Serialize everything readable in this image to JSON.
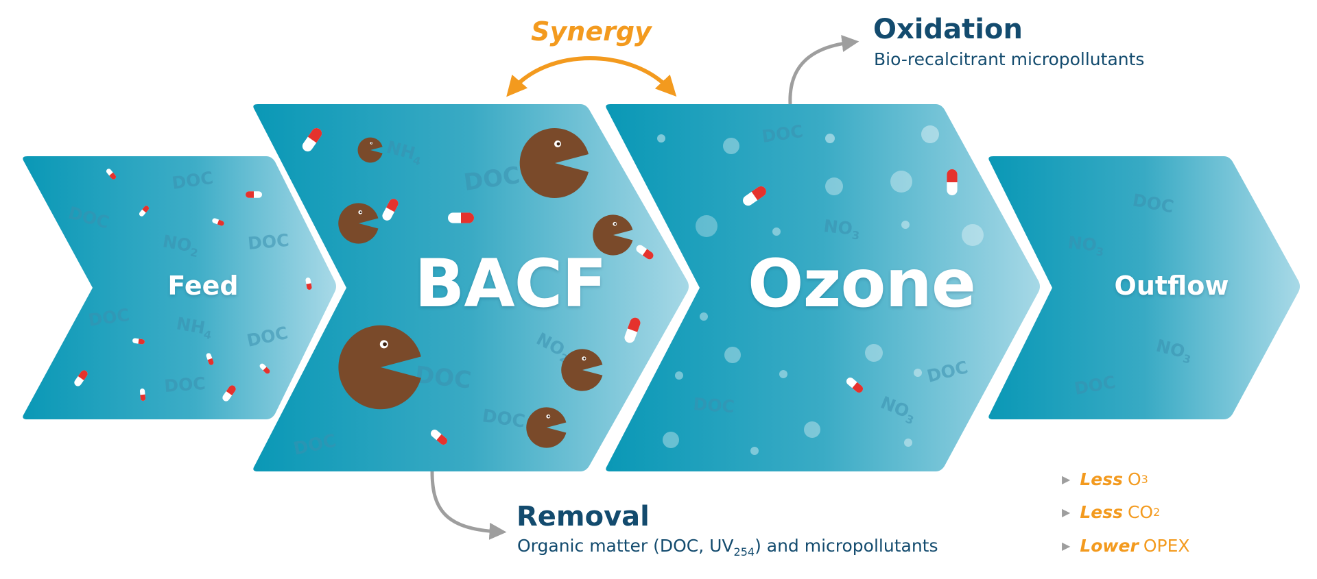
{
  "stages": [
    {
      "key": "feed",
      "label": "Feed"
    },
    {
      "key": "bacf",
      "label": "BACF"
    },
    {
      "key": "ozone",
      "label": "Ozone"
    },
    {
      "key": "outflow",
      "label": "Outflow"
    }
  ],
  "synergy": "Synergy",
  "oxidation": {
    "title": "Oxidation",
    "subtitle": "Bio-recalcitrant micropollutants"
  },
  "removal": {
    "title": "Removal",
    "subtitle_before": "Organic matter (DOC, UV",
    "subtitle_sub": "254",
    "subtitle_after": ") and micropollutants"
  },
  "benefits": [
    {
      "qualifier": "Less",
      "item": "O",
      "sub": "3"
    },
    {
      "qualifier": "Less",
      "item": "CO",
      "sub": "2"
    },
    {
      "qualifier": "Lower",
      "item": "OPEX",
      "sub": ""
    }
  ],
  "chem_labels": {
    "doc": "DOC",
    "nh": "NH",
    "nh_sub": "4",
    "no2": "NO",
    "no2_sub": "2",
    "no3": "NO",
    "no3_sub": "3"
  },
  "colors": {
    "arrow_dark": "#0a98b6",
    "arrow_light": "#a6d8e6",
    "heading": "#134b6e",
    "accent": "#f39a1e",
    "bacteria": "#7a4a2a",
    "pill_red": "#e5322d",
    "connector": "#9e9e9e"
  }
}
